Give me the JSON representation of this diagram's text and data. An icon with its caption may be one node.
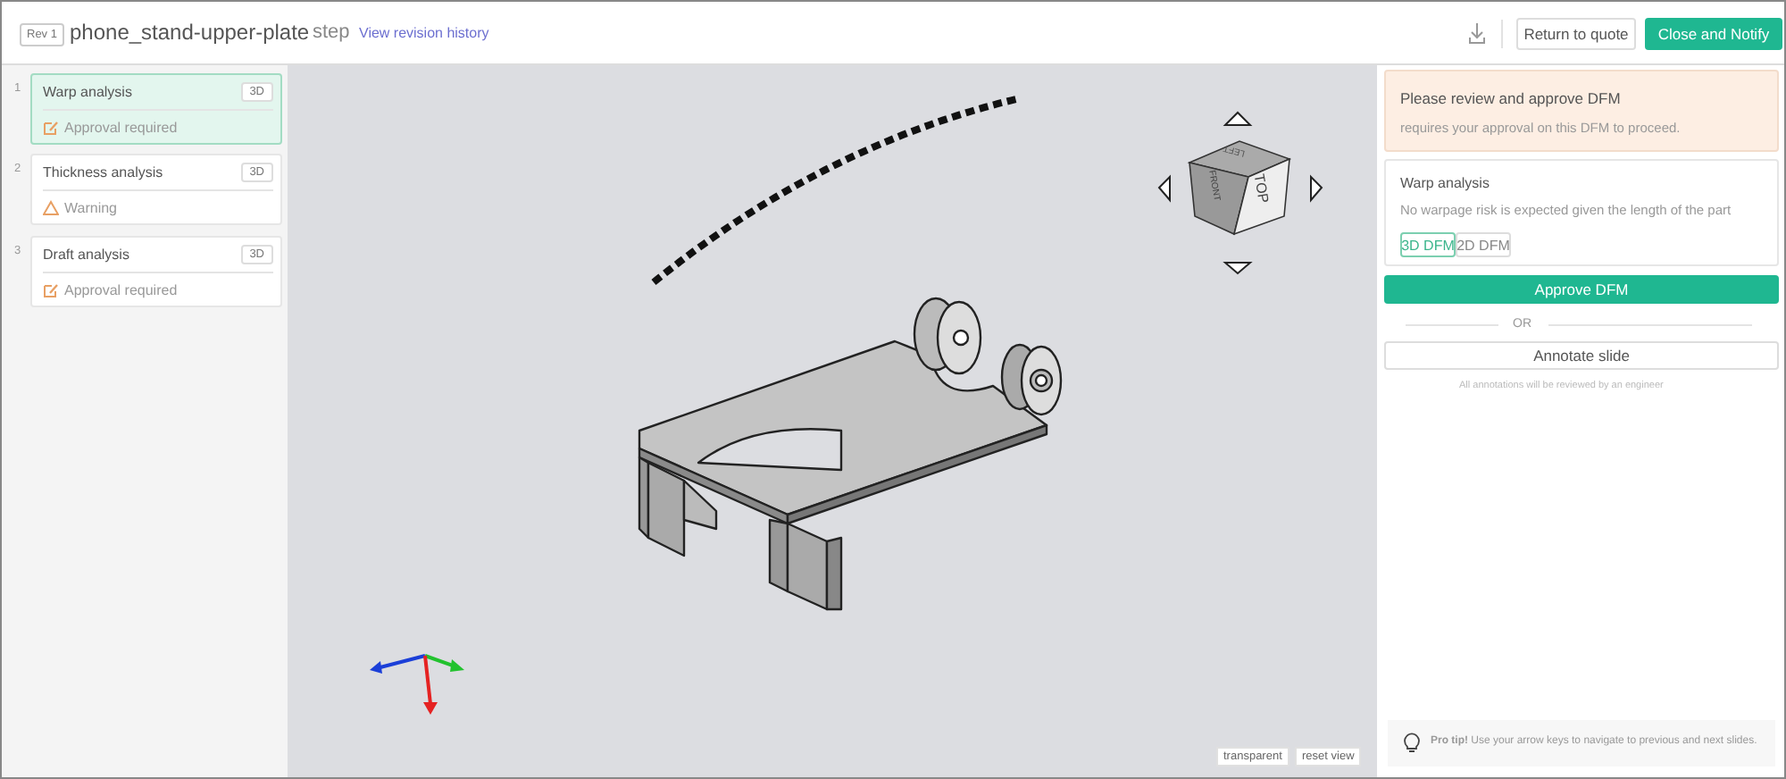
{
  "diagram": {
    "nodes": [
      {
        "text": [
          "Return to quote"
        ]
      },
      {
        "text": [
          "Close and Notify"
        ]
      },
      {
        "text": [
          "Warp analysis",
          "3D",
          "Approval required"
        ],
        "beside": [
          "1"
        ]
      },
      {
        "text": [
          "Thickness analysis",
          "3D",
          "Warning"
        ],
        "beside": [
          "2"
        ]
      },
      {
        "text": [
          "Draft analysis",
          "3D",
          "Approval required"
        ],
        "beside": [
          "3"
        ]
      },
      {
        "text": [
          "Please review and approve DFM",
          "requires your approval on this DFM to proceed."
        ]
      },
      {
        "text": [
          "Warp analysis",
          "No warpage risk is expected given the length of the part"
        ]
      },
      {
        "text": [
          "3D DFM"
        ],
        "in": 6
      },
      {
        "text": [
          "2D DFM"
        ],
        "in": 6
      },
      {
        "text": [
          "Approve DFM"
        ]
      },
      {
        "text": [
          "Annotate slide"
        ]
      },
      {
        "text": [
          "**Pro tip!** Use your arrow keys to navigate to previous and next slides."
        ]
      }
    ],
    "edges": [],
    "labels": [
      "Rev 1",
      "phone_stand-upper-plate",
      "step",
      "View revision history",
      "LEFT",
      "FRONT",
      "TOP",
      "OR",
      "All annotations will be reviewed by an engineer",
      "transparent",
      "reset view"
    ]
  }
}
